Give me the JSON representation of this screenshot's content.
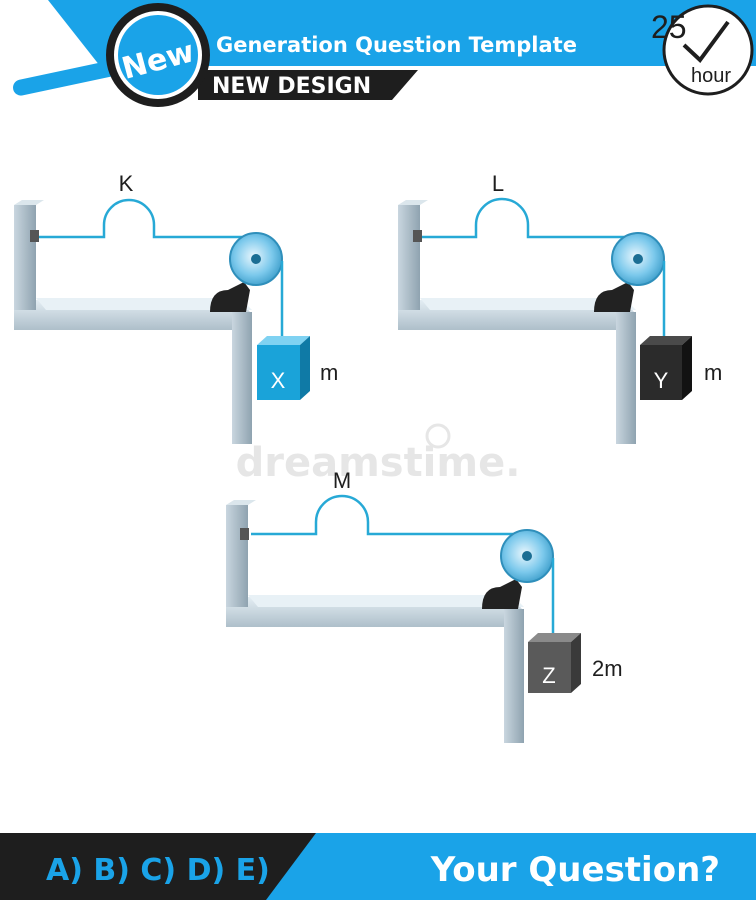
{
  "header": {
    "badge": "New",
    "title": "Generation Question Template",
    "subtitle": "NEW DESIGN",
    "clock_number": "25",
    "clock_unit": "hour"
  },
  "setups": [
    {
      "spring_label": "K",
      "block_label": "X",
      "mass_label": "m",
      "block_color": "#1aa3d9"
    },
    {
      "spring_label": "L",
      "block_label": "Y",
      "mass_label": "m",
      "block_color": "#2b2b2b"
    },
    {
      "spring_label": "M",
      "block_label": "Z",
      "mass_label": "2m",
      "block_color": "#5a5a5a"
    }
  ],
  "watermark": "dreamstime.",
  "footer": {
    "options": "A) B) C) D) E)",
    "question": "Your Question?"
  },
  "colors": {
    "accent": "#1aa3e8",
    "dark": "#1e1e1e",
    "rope": "#27a9d6"
  }
}
